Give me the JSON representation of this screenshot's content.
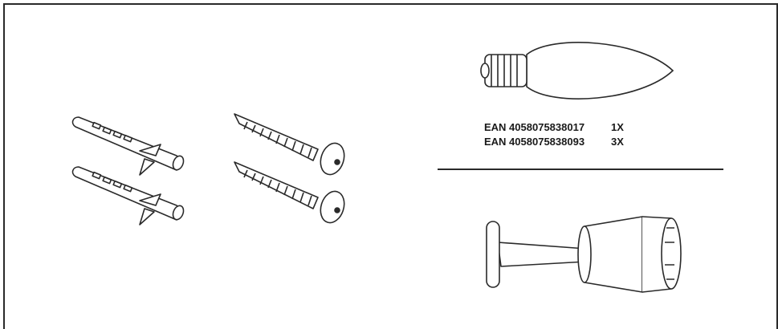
{
  "parts": {
    "bulbs": [
      {
        "ean": "EAN 4058075838017",
        "qty": "1X"
      },
      {
        "ean": "EAN 4058075838093",
        "qty": "3X"
      }
    ]
  },
  "icons": [
    "wall-plug-icon",
    "screw-icon",
    "light-bulb-icon",
    "bulb-tool-icon"
  ],
  "colors": {
    "line": "#2a2a2a",
    "background": "#ffffff"
  }
}
